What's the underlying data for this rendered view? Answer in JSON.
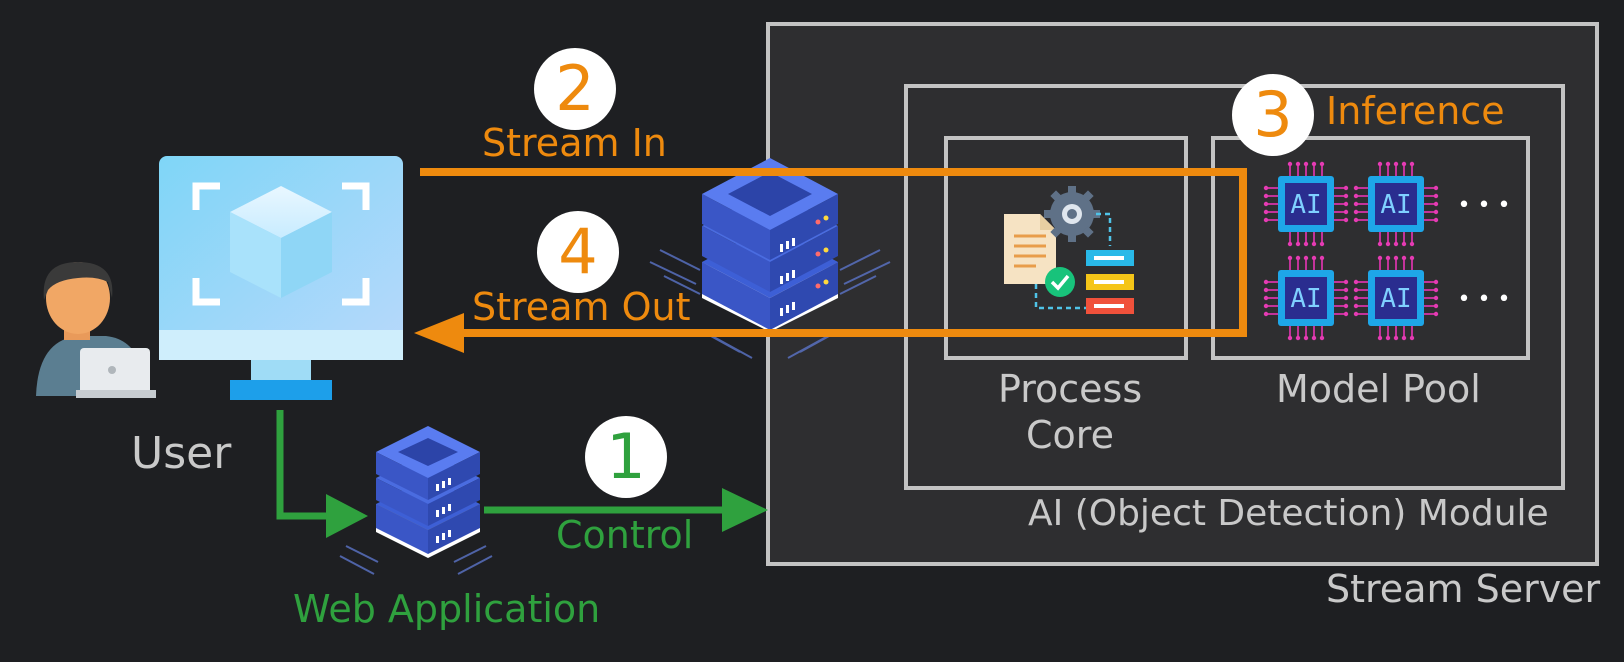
{
  "colors": {
    "background": "#1e1f22",
    "stream": "#ee8a0e",
    "control": "#2fa13e",
    "box_border": "#c3c3c3",
    "box_fill": "#2e2e30",
    "text_gray": "#c9c9c9"
  },
  "labels": {
    "user": "User",
    "web_application": "Web Application",
    "control": "Control",
    "stream_in": "Stream In",
    "stream_out": "Stream Out",
    "inference": "Inference",
    "process_core_line1": "Process",
    "process_core_line2": "Core",
    "model_pool": "Model Pool",
    "ai_module": "AI (Object Detection) Module",
    "stream_server": "Stream Server"
  },
  "steps": {
    "control": "1",
    "stream_in": "2",
    "inference": "3",
    "stream_out": "4"
  },
  "model_chip_text": "AI",
  "ellipsis": "• • •",
  "icons": {
    "user": "person-with-laptop-icon",
    "monitor": "monitor-with-cube-icon",
    "stream_server": "server-stack-icon",
    "web_app_server": "server-stack-icon",
    "process_core": "document-gear-flow-icon",
    "model": "ai-chip-icon"
  }
}
